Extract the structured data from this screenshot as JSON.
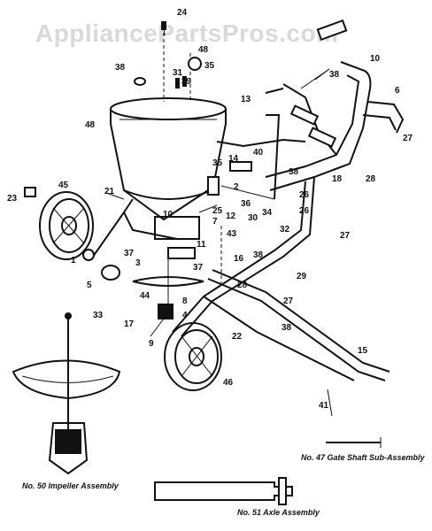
{
  "watermark": "AppliancePartsPros.com",
  "callouts": [
    {
      "id": "c24",
      "text": "24"
    },
    {
      "id": "c38a",
      "text": "38"
    },
    {
      "id": "c48a",
      "text": "48"
    },
    {
      "id": "c35a",
      "text": "35"
    },
    {
      "id": "c31",
      "text": "31"
    },
    {
      "id": "c39",
      "text": "39"
    },
    {
      "id": "c10",
      "text": "10"
    },
    {
      "id": "c38b",
      "text": "38"
    },
    {
      "id": "c6",
      "text": "6"
    },
    {
      "id": "c13",
      "text": "13"
    },
    {
      "id": "c27a",
      "text": "27"
    },
    {
      "id": "c48b",
      "text": "48"
    },
    {
      "id": "c35b",
      "text": "35"
    },
    {
      "id": "c14",
      "text": "14"
    },
    {
      "id": "c40",
      "text": "40"
    },
    {
      "id": "c38c",
      "text": "38"
    },
    {
      "id": "c18",
      "text": "18"
    },
    {
      "id": "c28a",
      "text": "28"
    },
    {
      "id": "c26a",
      "text": "26"
    },
    {
      "id": "c26b",
      "text": "26"
    },
    {
      "id": "c2",
      "text": "2"
    },
    {
      "id": "c21",
      "text": "21"
    },
    {
      "id": "c23",
      "text": "23"
    },
    {
      "id": "c45",
      "text": "45"
    },
    {
      "id": "c10b",
      "text": "10"
    },
    {
      "id": "c25",
      "text": "25"
    },
    {
      "id": "c7",
      "text": "7"
    },
    {
      "id": "c12",
      "text": "12"
    },
    {
      "id": "c30",
      "text": "30"
    },
    {
      "id": "c36",
      "text": "36"
    },
    {
      "id": "c34",
      "text": "34"
    },
    {
      "id": "c32",
      "text": "32"
    },
    {
      "id": "c27b",
      "text": "27"
    },
    {
      "id": "c43",
      "text": "43"
    },
    {
      "id": "c11",
      "text": "11"
    },
    {
      "id": "c1",
      "text": "1"
    },
    {
      "id": "c37a",
      "text": "37"
    },
    {
      "id": "c37b",
      "text": "37"
    },
    {
      "id": "c16",
      "text": "16"
    },
    {
      "id": "c38d",
      "text": "38"
    },
    {
      "id": "c29",
      "text": "29"
    },
    {
      "id": "c3",
      "text": "3"
    },
    {
      "id": "c5",
      "text": "5"
    },
    {
      "id": "c28b",
      "text": "28"
    },
    {
      "id": "c44",
      "text": "44"
    },
    {
      "id": "c8",
      "text": "8"
    },
    {
      "id": "c27c",
      "text": "27"
    },
    {
      "id": "c33",
      "text": "33"
    },
    {
      "id": "c4",
      "text": "4"
    },
    {
      "id": "c17",
      "text": "17"
    },
    {
      "id": "c22",
      "text": "22"
    },
    {
      "id": "c38e",
      "text": "38"
    },
    {
      "id": "c9",
      "text": "9"
    },
    {
      "id": "c15",
      "text": "15"
    },
    {
      "id": "c46",
      "text": "46"
    },
    {
      "id": "c41",
      "text": "41"
    }
  ],
  "captions": {
    "impeller": "No. 50 Impeller Assembly",
    "shaft": "No. 47 Gate Shaft Sub-Assembly",
    "axle": "No. 51 Axle Assembly"
  }
}
